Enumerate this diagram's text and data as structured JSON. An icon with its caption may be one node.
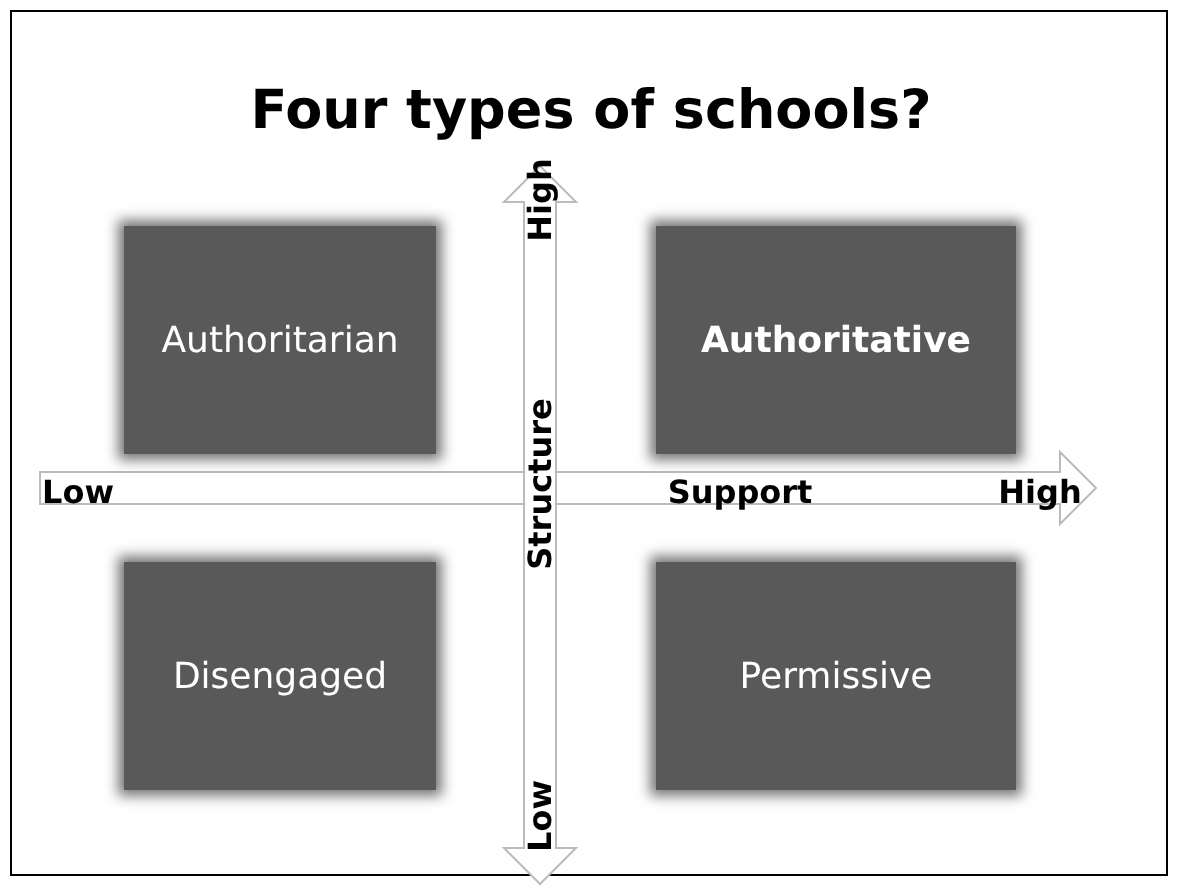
{
  "diagram": {
    "title": "Four types of schools?",
    "nodes": [
      {
        "text": [
          "Authoritarian"
        ]
      },
      {
        "text": [
          "**Authoritative**"
        ]
      },
      {
        "text": [
          "Disengaged"
        ]
      },
      {
        "text": [
          "Permissive"
        ]
      }
    ],
    "labels": [
      "High",
      "Structure",
      "Low",
      "Support",
      "High",
      "Low"
    ]
  }
}
